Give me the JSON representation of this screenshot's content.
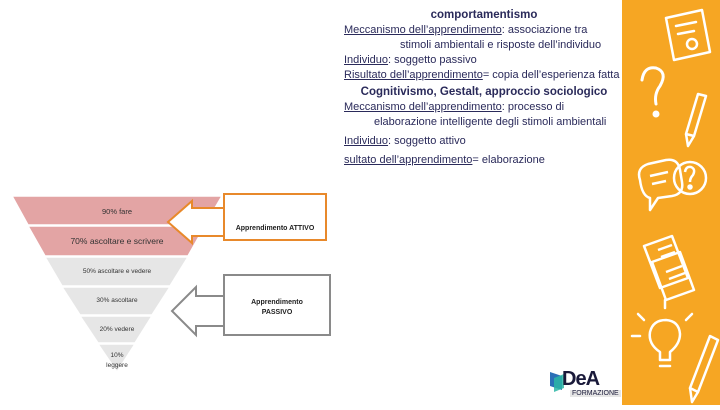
{
  "colors": {
    "sidebar": "#f6a623",
    "pyramid_top": "#e3a4a4",
    "pyramid_mid": "#e8e8e8",
    "box_active": "#e8892b",
    "box_passive": "#8a8a8a",
    "text": "#2a2a5a"
  },
  "text_block": {
    "title1": "comportamentismo",
    "l1_underlined": "Meccanismo dell’apprendimento",
    "l1_rest": ": associazione tra",
    "l2": "stimoli ambientali e risposte dell’individuo",
    "l3_underlined": "Individuo",
    "l3_rest": ": soggetto passivo",
    "l4_underlined": "Risultato dell’apprendimento",
    "l4_rest": "= copia dell’esperienza fatta",
    "title2": "Cognitivismo, Gestalt, approccio sociologico",
    "l5_underlined": "Meccanismo dell’apprendimento",
    "l5_rest": ": processo di",
    "l6": "elaborazione intelligente degli stimoli ambientali",
    "l7_underlined": "Individuo",
    "l7_rest": ": soggetto attivo",
    "l8_underlined": "sultato dell’apprendimento",
    "l8_rest": "= elaborazione"
  },
  "pyramid": {
    "levels": [
      "90% fare",
      "70% ascoltare e scrivere",
      "50% ascoltare e vedere",
      "30% ascoltare",
      "20% vedere",
      "10%",
      "leggere"
    ],
    "active_box": "Apprendimento ATTIVO",
    "passive_box_line1": "Apprendimento",
    "passive_box_line2": "PASSIVO"
  },
  "sidebar_icons": [
    "certificate-icon",
    "question-icon",
    "pencil-icon",
    "chat-question-icon",
    "documents-icon",
    "lightbulb-icon"
  ],
  "logo": {
    "main": "DeA",
    "sub": "FORMAZIONE"
  }
}
